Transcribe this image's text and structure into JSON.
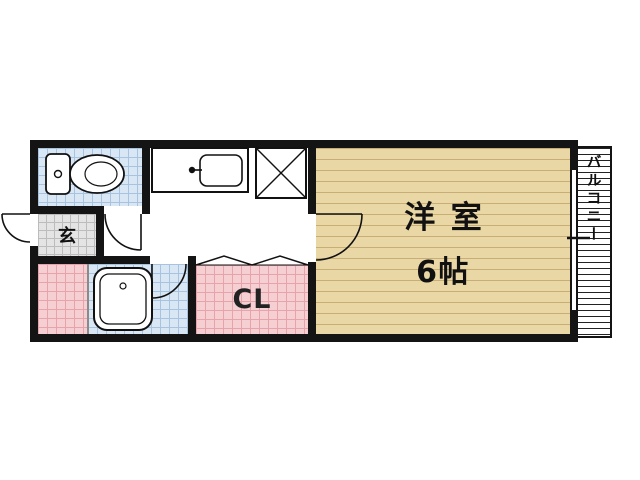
{
  "floor_plan": {
    "rooms": {
      "western": {
        "name": "洋室",
        "size": "6帖"
      },
      "closet": {
        "label": "CL"
      },
      "entrance": {
        "label": "玄"
      },
      "balcony": {
        "label": "バルコニー"
      }
    },
    "icons": {
      "toilet": "toilet-icon",
      "bathtub": "bathtub-icon",
      "kitchen_sink": "kitchen-sink-icon",
      "washer_pan": "washer-pan-icon",
      "door_swing": "door-swing-icon",
      "folding_door": "folding-door-icon",
      "window": "window-icon"
    },
    "colors": {
      "wall": "#141414",
      "wood-floor": "#ead7a6",
      "wood-line": "#c8ae74",
      "pink-floor": "#f6cfd3",
      "pink-line": "#e6a3ac",
      "blue-floor": "#d9e7f5",
      "blue-line": "#a8c3e0",
      "gray-floor": "#e4e4e4",
      "gray-line": "#bcbcbc"
    }
  }
}
